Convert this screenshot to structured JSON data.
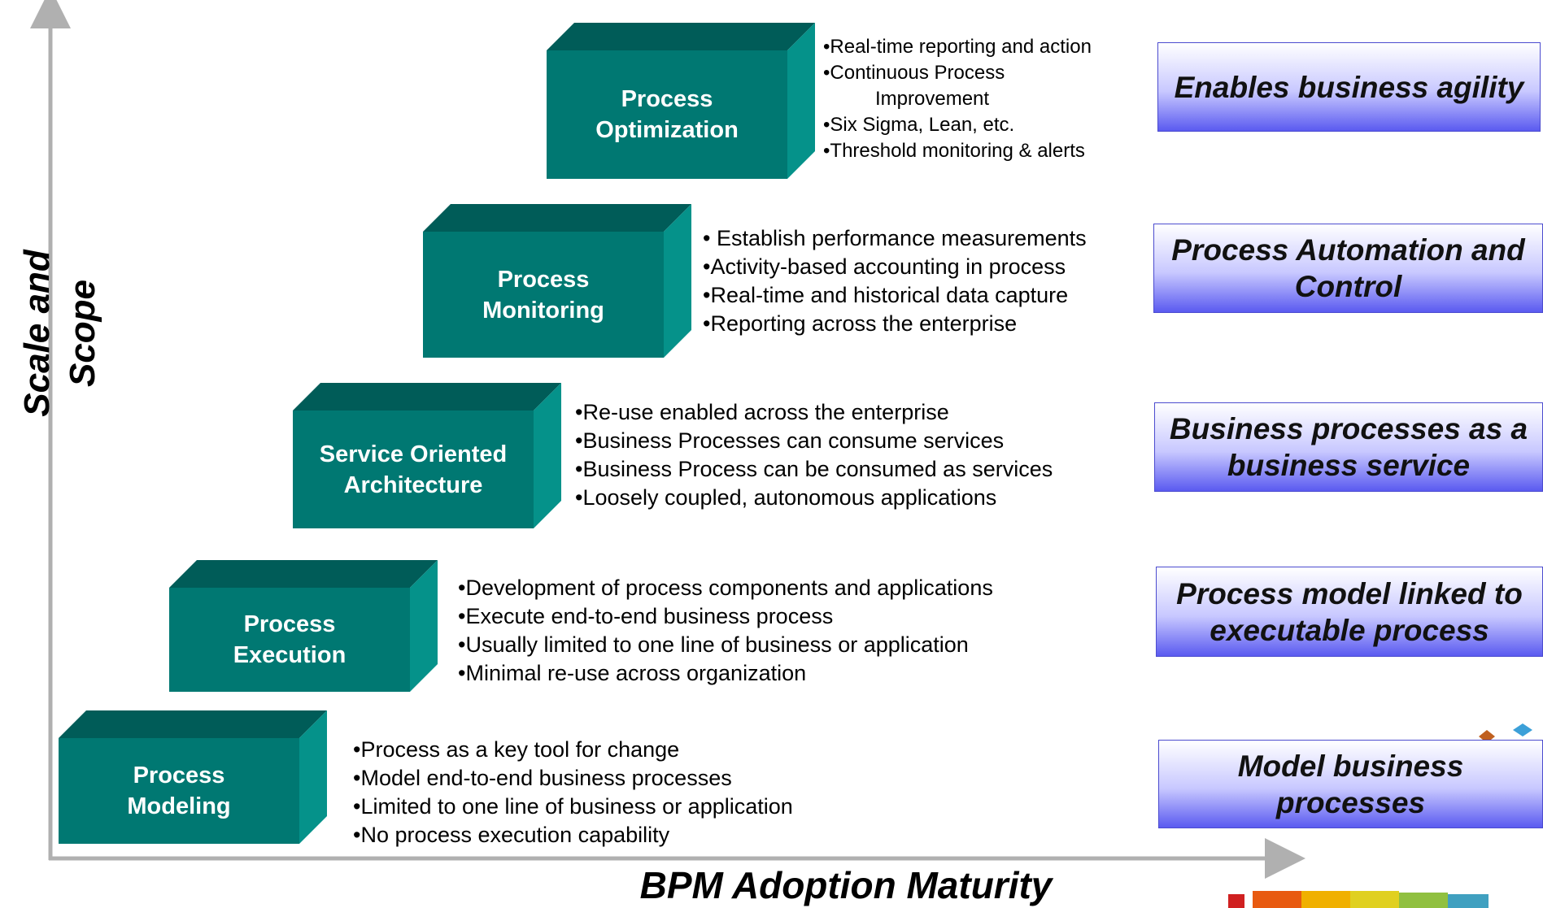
{
  "axes": {
    "y_label": "Scale and Scope",
    "x_label": "BPM Adoption Maturity"
  },
  "colors": {
    "stage_face": "#007872",
    "stage_top": "#005c58",
    "stage_side": "#05928a",
    "axis": "#b0b0b0",
    "outcome_border": "#4c4ccf"
  },
  "stages": [
    {
      "title_lines": [
        "Process",
        "Modeling"
      ],
      "bullets": [
        "Process as a key tool for change",
        "Model end-to-end business processes",
        "Limited to one line of business or application",
        "No process execution capability"
      ],
      "outcome": "Model business processes"
    },
    {
      "title_lines": [
        "Process",
        "Execution"
      ],
      "bullets": [
        "Development of process components and applications",
        "Execute end-to-end business process",
        "Usually limited to one line of business or application",
        "Minimal re-use across organization"
      ],
      "outcome": "Process model linked to executable process"
    },
    {
      "title_lines": [
        "Service Oriented",
        "Architecture"
      ],
      "bullets": [
        "Re-use enabled across the enterprise",
        "Business Processes can consume services",
        "Business Process can be consumed as services",
        "Loosely coupled, autonomous applications"
      ],
      "outcome": "Business processes  as a business service"
    },
    {
      "title_lines": [
        "Process",
        "Monitoring"
      ],
      "bullets": [
        " Establish performance measurements",
        "Activity-based accounting in process",
        "Real-time and historical data capture",
        "Reporting across the enterprise"
      ],
      "outcome": "Process Automation and Control"
    },
    {
      "title_lines": [
        "Process",
        "Optimization"
      ],
      "bullets": [
        "Real-time reporting and action",
        "Continuous Process",
        "Improvement",
        "Six Sigma, Lean, etc.",
        "Threshold monitoring & alerts"
      ],
      "outcome": "Enables business agility"
    }
  ]
}
